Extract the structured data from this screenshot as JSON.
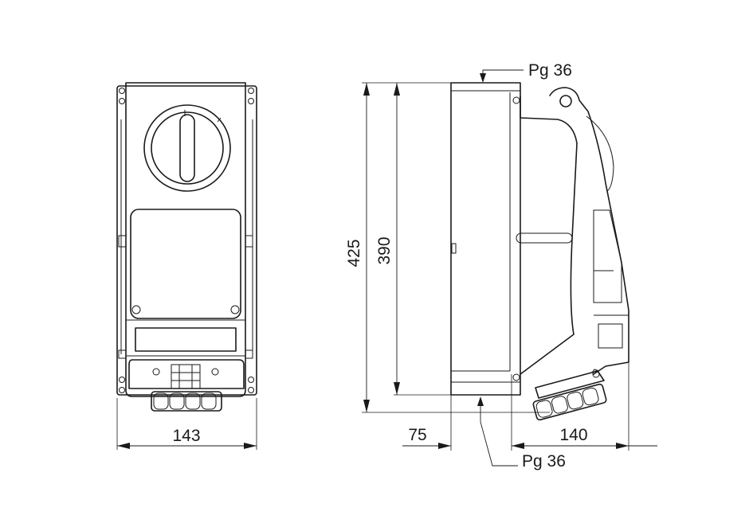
{
  "dimensions": {
    "front_width": "143",
    "total_height": "425",
    "body_height": "390",
    "depth_offset": "75",
    "depth_front": "140"
  },
  "callouts": {
    "top_gland": "Pg 36",
    "bottom_gland": "Pg 36"
  },
  "colors": {
    "line": "#1a1a1a",
    "background": "#ffffff"
  }
}
